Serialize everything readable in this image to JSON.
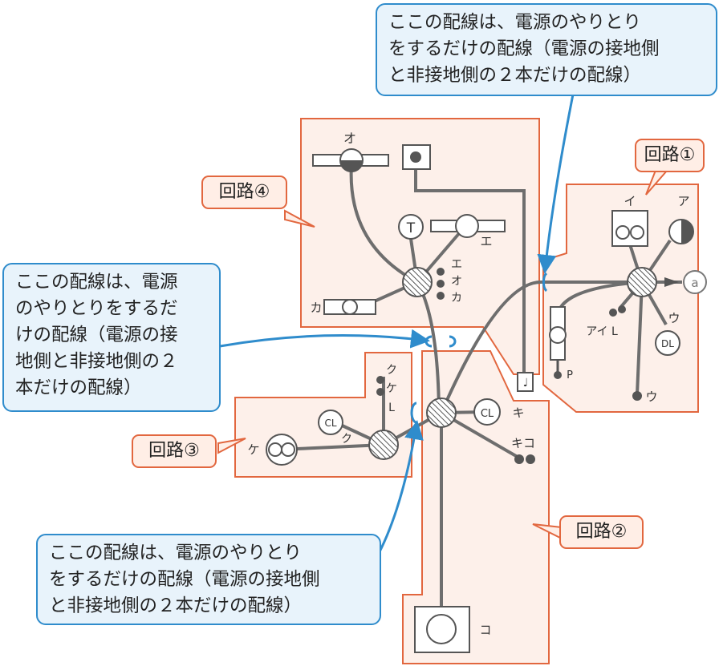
{
  "callouts": {
    "top": [
      "ここの配線は、電源のやりとり",
      "をするだけの配線（電源の接地側",
      "と非接地側の２本だけの配線）"
    ],
    "left": [
      "ここの配線は、電源",
      "のやりとりをするだ",
      "けの配線（電源の接",
      "地側と非接地側の２",
      "本だけの配線）"
    ],
    "bottom": [
      "ここの配線は、電源のやりとり",
      "をするだけの配線（電源の接地側",
      "と非接地側の２本だけの配線）"
    ]
  },
  "circuits": {
    "c1": "回路①",
    "c2": "回路②",
    "c3": "回路③",
    "c4": "回路④"
  },
  "labels": {
    "o": "オ",
    "e": "エ",
    "eoka": [
      "エ",
      "オ",
      "カ"
    ],
    "ka": "カ",
    "t_symbol": "T",
    "i": "イ",
    "a": "ア",
    "a_circle": "a",
    "u_dl": "ウ",
    "dl": "DL",
    "ai_l": "アイ L",
    "p": "P",
    "u_bottom": "ウ",
    "cl": "CL",
    "ki": "キ",
    "kiko": "キコ",
    "kuke_l": [
      "ク",
      "ケ",
      "L"
    ],
    "cl_left": "CL",
    "ku": "ク",
    "ke": "ケ",
    "ko": "コ"
  },
  "colors": {
    "callout_border": "#2f8ccc",
    "callout_fill": "#e8f3fb",
    "region_border": "#e2673f",
    "region_fill": "#fdf0ea",
    "wire": "#6e6e6e"
  }
}
